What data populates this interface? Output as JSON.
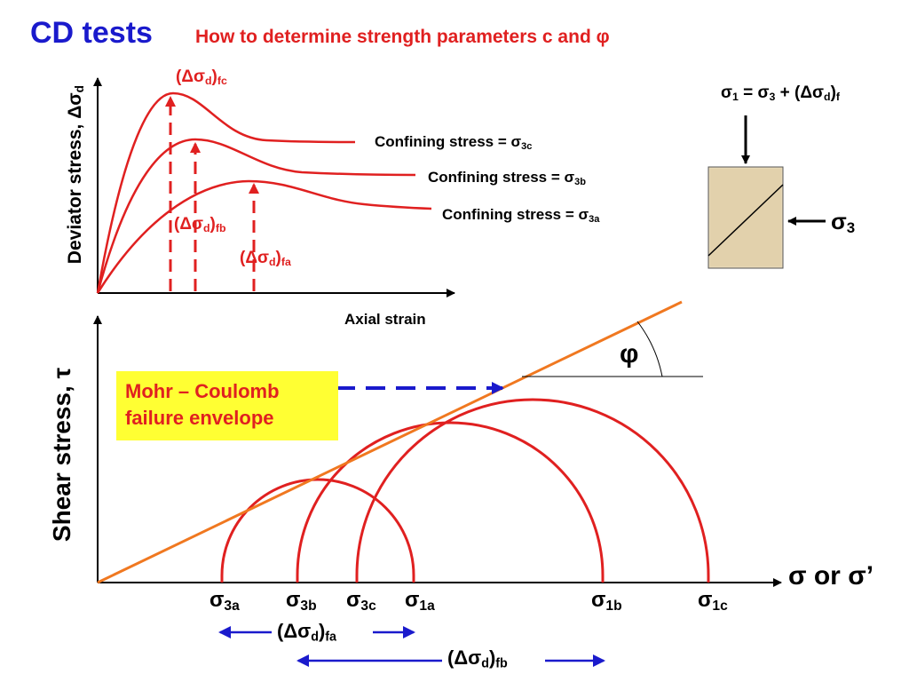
{
  "header": {
    "title": "CD tests",
    "subtitle": "How to determine strength parameters c and φ"
  },
  "top_plot": {
    "ylabel": "Deviator stress, Δσ",
    "ylabel_sub": "d",
    "xlabel": "Axial strain",
    "curve_labels": [
      {
        "text": "Confining stress = σ",
        "sub": "3c"
      },
      {
        "text": "Confining stress = σ",
        "sub": "3b"
      },
      {
        "text": "Confining stress = σ",
        "sub": "3a"
      }
    ],
    "peak_labels": [
      {
        "text": "(Δσ",
        "mid": "d",
        "close": ")",
        "sub": "fc"
      },
      {
        "text": "(Δσ",
        "mid": "d",
        "close": ")",
        "sub": "fb"
      },
      {
        "text": "(Δσ",
        "mid": "d",
        "close": ")",
        "sub": "fa"
      }
    ]
  },
  "specimen": {
    "equation_parts": [
      "σ",
      "1",
      " = σ",
      "3",
      " + (Δσ",
      "d",
      ")",
      "f"
    ],
    "lateral_label": "σ",
    "lateral_sub": "3"
  },
  "mohr_plot": {
    "ylabel": "Shear stress, τ",
    "xlabel": "σ or σ’",
    "envelope_label": "Mohr – Coulomb failure envelope",
    "angle_label": "φ",
    "ticks": [
      {
        "sym": "σ",
        "sub": "3a"
      },
      {
        "sym": "σ",
        "sub": "3b"
      },
      {
        "sym": "σ",
        "sub": "3c"
      },
      {
        "sym": "σ",
        "sub": "1a"
      },
      {
        "sym": "σ",
        "sub": "1b"
      },
      {
        "sym": "σ",
        "sub": "1c"
      }
    ],
    "range_labels": [
      {
        "text": "(Δσ",
        "mid": "d",
        "close": ")",
        "sub": "fa"
      },
      {
        "text": "(Δσ",
        "mid": "d",
        "close": ")",
        "sub": "fb"
      }
    ]
  },
  "colors": {
    "curve": "#e02020",
    "envelope": "#f07820",
    "arrow_blue": "#1a1acc",
    "highlight": "#ffff33"
  }
}
